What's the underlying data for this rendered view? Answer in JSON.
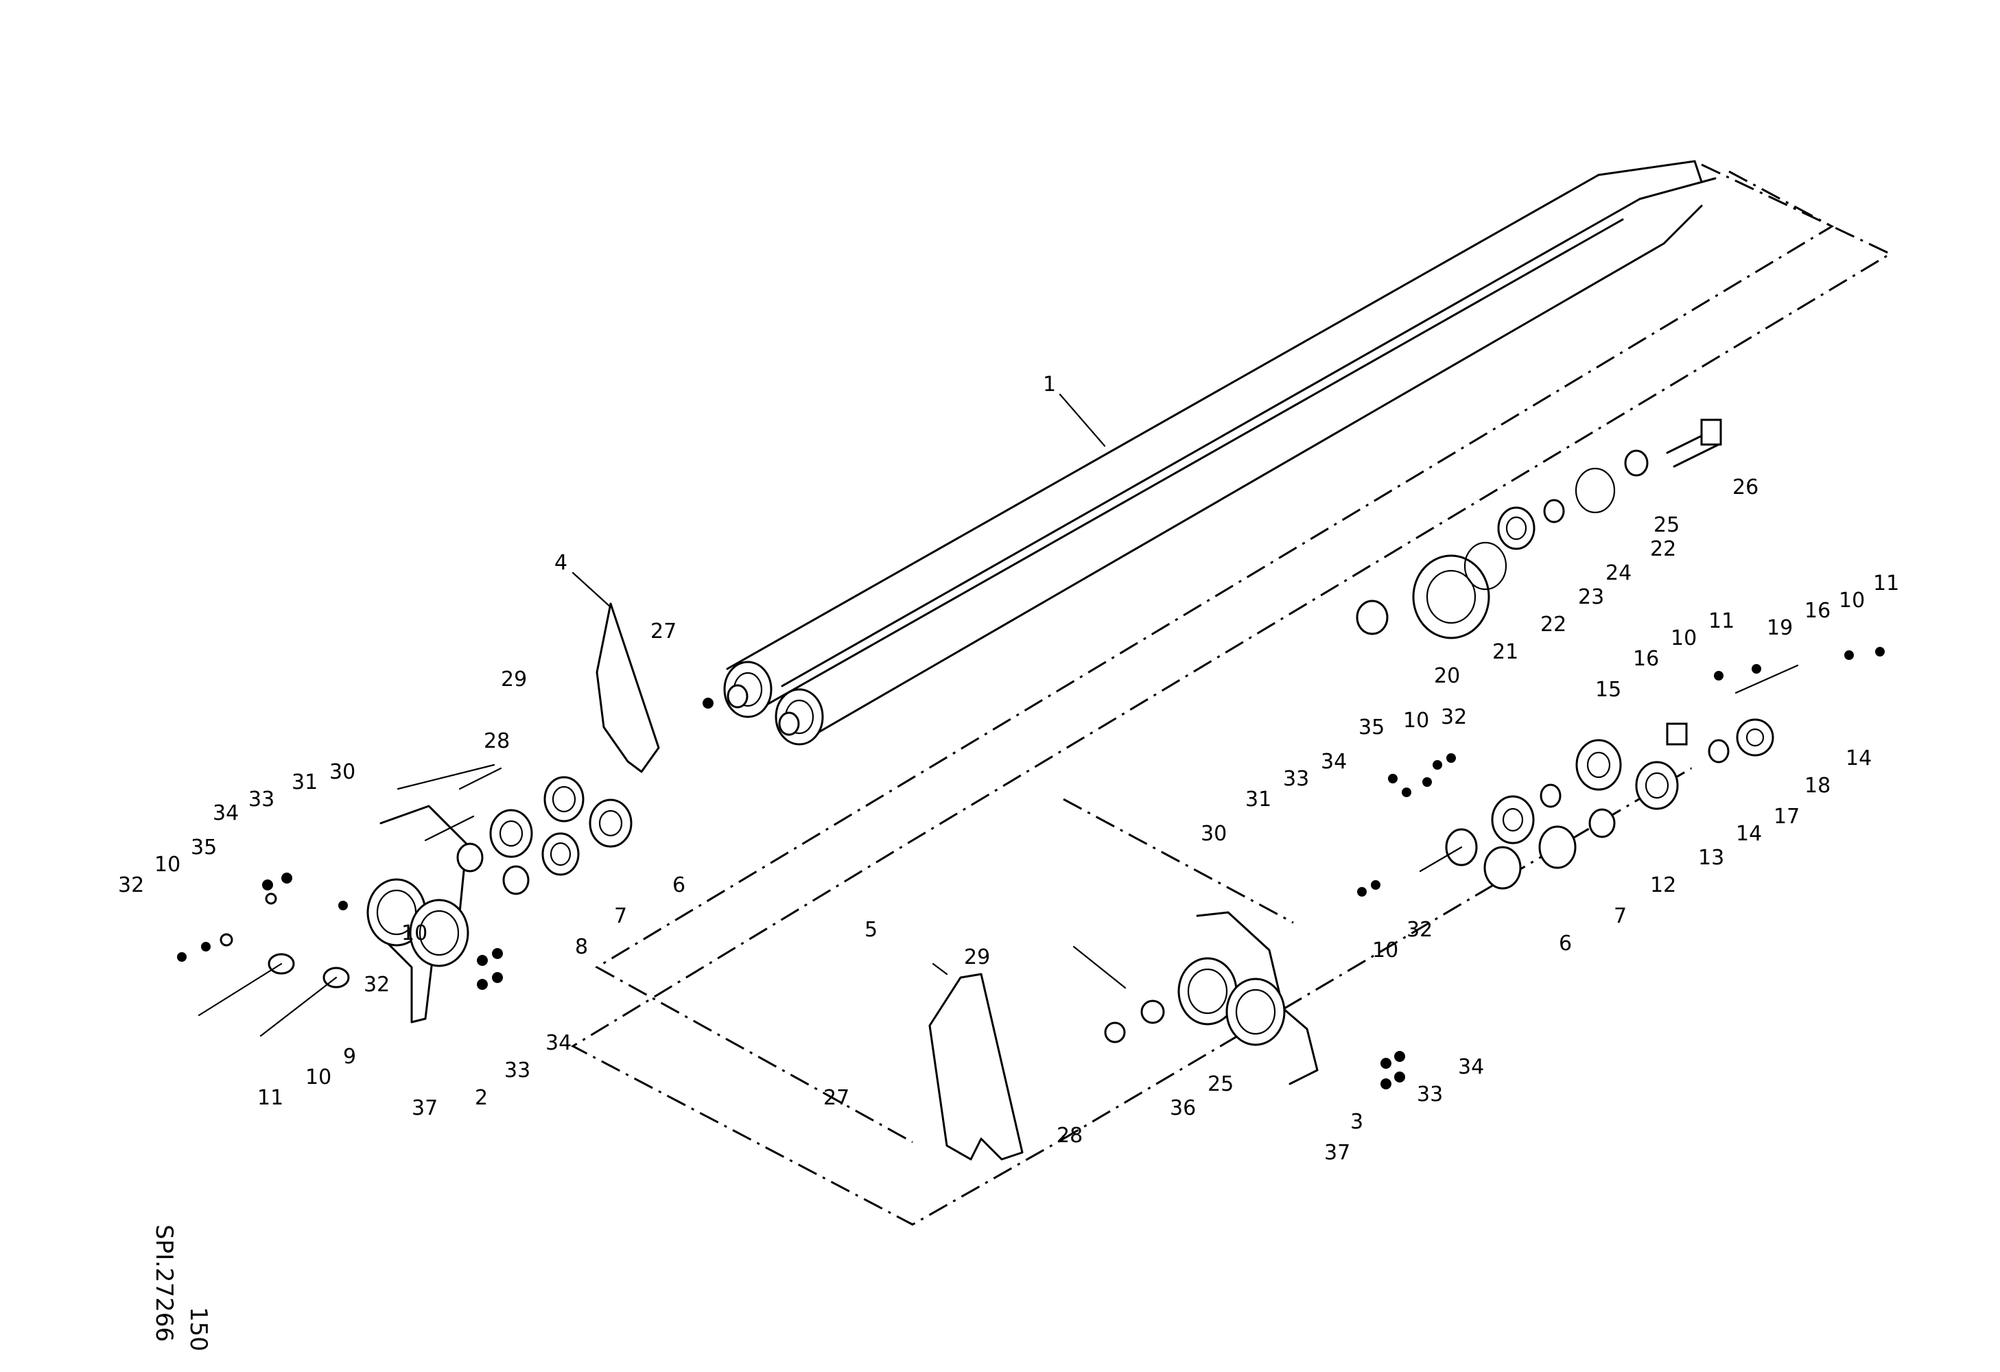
{
  "drawing": {
    "code": "SPI.27266",
    "sheet": "150"
  },
  "callouts": [
    {
      "id": "c1",
      "text": "1"
    },
    {
      "id": "c4",
      "text": "4"
    },
    {
      "id": "c27a",
      "text": "27"
    },
    {
      "id": "c29a",
      "text": "29"
    },
    {
      "id": "c28a",
      "text": "28"
    },
    {
      "id": "c30a",
      "text": "30"
    },
    {
      "id": "c31a",
      "text": "31"
    },
    {
      "id": "c33a",
      "text": "33"
    },
    {
      "id": "c34a",
      "text": "34"
    },
    {
      "id": "c10a",
      "text": "10"
    },
    {
      "id": "c35a",
      "text": "35"
    },
    {
      "id": "c32a",
      "text": "32"
    },
    {
      "id": "c10b",
      "text": "10"
    },
    {
      "id": "c32b",
      "text": "32"
    },
    {
      "id": "c8",
      "text": "8"
    },
    {
      "id": "c7a",
      "text": "7"
    },
    {
      "id": "c6a",
      "text": "6"
    },
    {
      "id": "c9",
      "text": "9"
    },
    {
      "id": "c11a",
      "text": "11"
    },
    {
      "id": "c10c",
      "text": "10"
    },
    {
      "id": "c37a",
      "text": "37"
    },
    {
      "id": "c2",
      "text": "2"
    },
    {
      "id": "c33b",
      "text": "33"
    },
    {
      "id": "c34b",
      "text": "34"
    },
    {
      "id": "c26",
      "text": "26"
    },
    {
      "id": "c25a",
      "text": "25"
    },
    {
      "id": "c22a",
      "text": "22"
    },
    {
      "id": "c24",
      "text": "24"
    },
    {
      "id": "c23",
      "text": "23"
    },
    {
      "id": "c22b",
      "text": "22"
    },
    {
      "id": "c21",
      "text": "21"
    },
    {
      "id": "c20",
      "text": "20"
    },
    {
      "id": "c11b",
      "text": "11"
    },
    {
      "id": "c10d",
      "text": "10"
    },
    {
      "id": "c16a",
      "text": "16"
    },
    {
      "id": "c15",
      "text": "15"
    },
    {
      "id": "c19",
      "text": "19"
    },
    {
      "id": "c16b",
      "text": "16"
    },
    {
      "id": "c10e",
      "text": "10"
    },
    {
      "id": "c11c",
      "text": "11"
    },
    {
      "id": "c14a",
      "text": "14"
    },
    {
      "id": "c18",
      "text": "18"
    },
    {
      "id": "c17",
      "text": "17"
    },
    {
      "id": "c14b",
      "text": "14"
    },
    {
      "id": "c13",
      "text": "13"
    },
    {
      "id": "c12",
      "text": "12"
    },
    {
      "id": "c7b",
      "text": "7"
    },
    {
      "id": "c6b",
      "text": "6"
    },
    {
      "id": "c35b",
      "text": "35"
    },
    {
      "id": "c10f",
      "text": "10"
    },
    {
      "id": "c32c",
      "text": "32"
    },
    {
      "id": "c34c",
      "text": "34"
    },
    {
      "id": "c33c",
      "text": "33"
    },
    {
      "id": "c31b",
      "text": "31"
    },
    {
      "id": "c30b",
      "text": "30"
    },
    {
      "id": "c10g",
      "text": "10"
    },
    {
      "id": "c32d",
      "text": "32"
    },
    {
      "id": "c5",
      "text": "5"
    },
    {
      "id": "c29b",
      "text": "29"
    },
    {
      "id": "c27b",
      "text": "27"
    },
    {
      "id": "c28b",
      "text": "28"
    },
    {
      "id": "c36",
      "text": "36"
    },
    {
      "id": "c25b",
      "text": "25"
    },
    {
      "id": "c34d",
      "text": "34"
    },
    {
      "id": "c33d",
      "text": "33"
    },
    {
      "id": "c3",
      "text": "3"
    },
    {
      "id": "c37b",
      "text": "37"
    }
  ]
}
